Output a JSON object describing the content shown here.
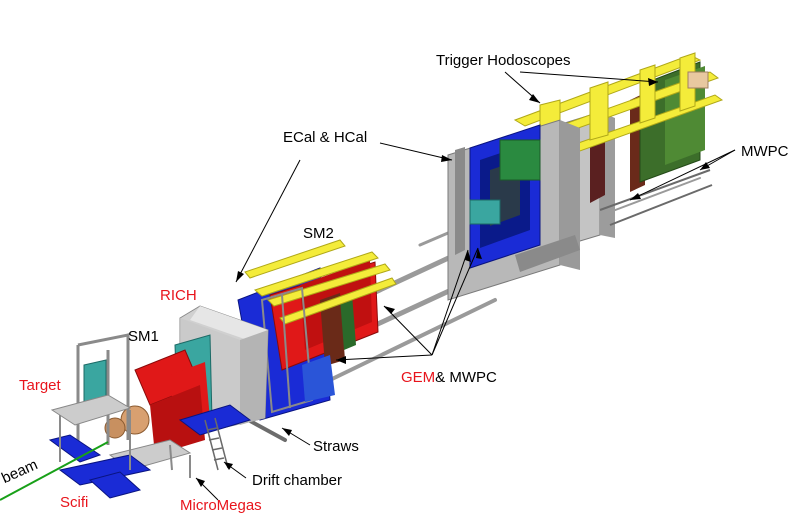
{
  "labels": {
    "trigger_hodoscopes": "Trigger Hodoscopes",
    "ecal_hcal": "ECal & HCal",
    "mwpc_right": "MWPC",
    "sm2": "SM2",
    "rich": "RICH",
    "sm1": "SM1",
    "target": "Target",
    "gem": "GEM",
    "gem_mwpc_suffix": "& MWPC",
    "straws": "Straws",
    "drift_chamber": "Drift chamber",
    "beam": "beam",
    "scifi": "Scifi",
    "micromegas": "MicroMegas"
  },
  "colors": {
    "label_highlight": "#e8141c",
    "label_default": "#000000",
    "beam_line": "#18a018",
    "frame_blue": "#1a2bd6",
    "hodoscope_yellow": "#f4ec3a",
    "magnet_red": "#e01818",
    "chamber_grey": "#b8b8b8",
    "rich_grey": "#d0d0d0",
    "teal_detector": "#3aa6a0"
  }
}
